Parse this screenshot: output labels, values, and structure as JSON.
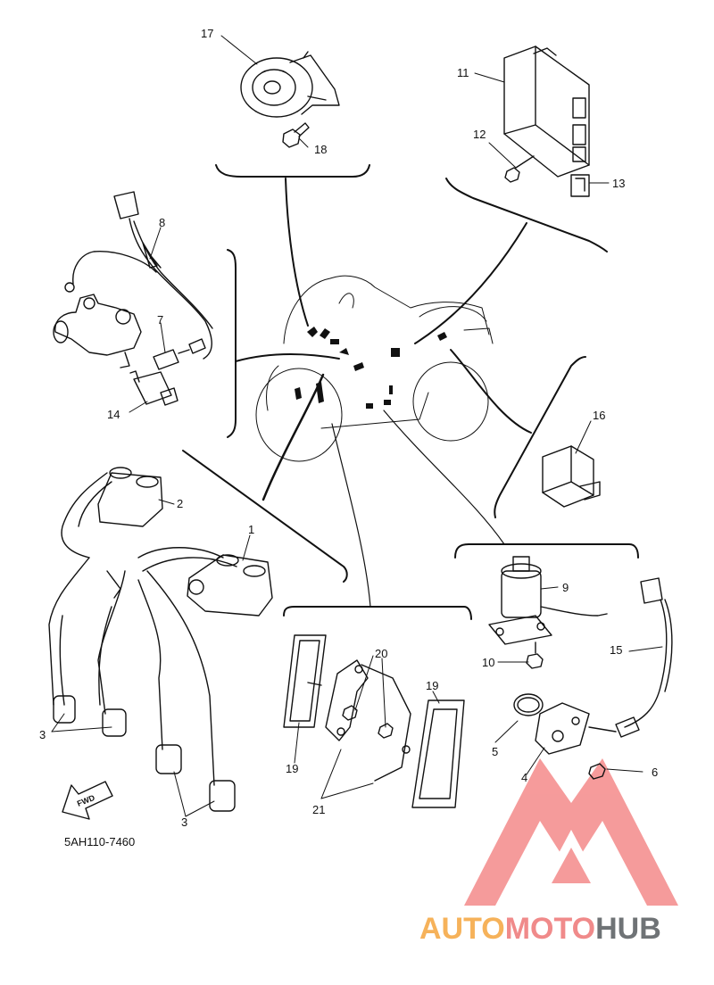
{
  "diagram_code": "5AH110-7460",
  "fwd_label": "FWD",
  "watermark": {
    "segments": [
      "AUTO",
      "MOTO",
      "HUB"
    ],
    "colors": [
      "#f6b25a",
      "#f08a8a",
      "#6f7376"
    ]
  },
  "callouts": {
    "c1": "1",
    "c2": "2",
    "c3a": "3",
    "c3b": "3",
    "c4": "4",
    "c5": "5",
    "c6": "6",
    "c7": "7",
    "c8": "8",
    "c9": "9",
    "c10": "10",
    "c11": "11",
    "c12": "12",
    "c13": "13",
    "c14": "14",
    "c15": "15",
    "c16": "16",
    "c17": "17",
    "c18": "18",
    "c19a": "19",
    "c19b": "19",
    "c20": "20",
    "c21": "21"
  },
  "colors": {
    "line": "#111111",
    "logo_red": "#f26b6b"
  }
}
